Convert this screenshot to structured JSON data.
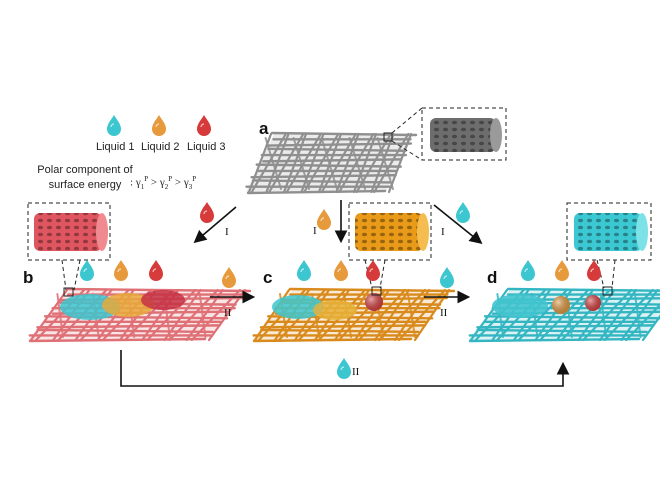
{
  "legend": {
    "items": [
      {
        "label": "Liquid 1",
        "color": "#3cc6cf"
      },
      {
        "label": "Liquid 2",
        "color": "#e79a3b"
      },
      {
        "label": "Liquid 3",
        "color": "#d63a3a"
      }
    ],
    "polar_label_line1": "Polar component of",
    "polar_label_line2": "surface energy",
    "formula": {
      "prefix": ": ",
      "symbol": "γ",
      "sub1": "1",
      "sup": "P",
      "gt": " > ",
      "sub2": "2",
      "sub3": "3"
    }
  },
  "panels": {
    "a": {
      "letter": "a",
      "mesh_color": "#8f8f8f",
      "inset_color": "#6d6d6d"
    },
    "b": {
      "letter": "b",
      "mesh_color": "#de7076",
      "inset_color": "#e05660"
    },
    "c": {
      "letter": "c",
      "mesh_color": "#d98a1c",
      "inset_color": "#e89a18"
    },
    "d": {
      "letter": "d",
      "mesh_color": "#33b6c2",
      "inset_color": "#3cc8d3"
    }
  },
  "steps": {
    "a_to_b": "I",
    "a_to_c": "I",
    "a_to_d": "I",
    "b_to_c": "II",
    "c_to_d": "II",
    "b_to_d": "II"
  },
  "colors": {
    "liquid1": "#3cc6cf",
    "liquid2": "#e79a3b",
    "liquid3": "#d63a3a",
    "arrow": "#111111"
  }
}
